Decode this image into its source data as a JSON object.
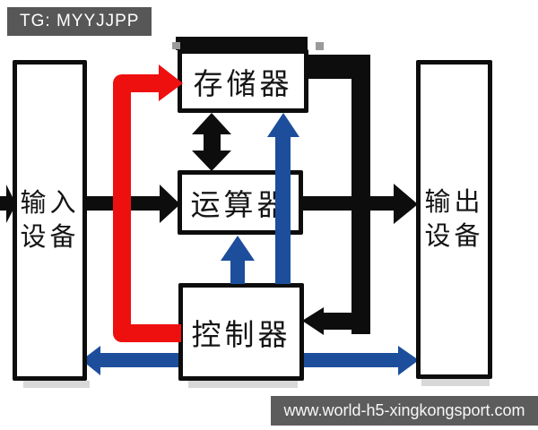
{
  "badge": {
    "text": "TG: MYYJJPP"
  },
  "watermark": {
    "text": "www.world-h5-xingkongsport.com"
  },
  "colors": {
    "black": "#0d0d0d",
    "red": "#ee0f0f",
    "blue": "#1d4e9c",
    "artifact_gray": "#9a9a9a",
    "shadow_gray": "#d8d8d8"
  },
  "nodes": {
    "memory": {
      "label": "存储器"
    },
    "alu": {
      "label": "运算器"
    },
    "controller": {
      "label": "控制器"
    },
    "input": {
      "line1": "输入",
      "line2": "设备"
    },
    "output": {
      "line1": "输出",
      "line2": "设备"
    }
  },
  "edges": [
    {
      "id": "external-to-input",
      "color": "black",
      "from": "outside-left",
      "to": "input-device",
      "bidirectional": false
    },
    {
      "id": "input-to-alu",
      "color": "black",
      "from": "input-device",
      "to": "alu",
      "bidirectional": false
    },
    {
      "id": "alu-to-output",
      "color": "black",
      "from": "alu",
      "to": "output-device",
      "bidirectional": false
    },
    {
      "id": "memory-alu-exchange",
      "color": "black",
      "from": "memory",
      "to": "alu",
      "bidirectional": true
    },
    {
      "id": "memory-to-controller",
      "color": "black",
      "from": "memory",
      "to": "controller",
      "bidirectional": false
    },
    {
      "id": "controller-to-memory-red",
      "color": "red",
      "from": "controller",
      "to": "memory",
      "bidirectional": false
    },
    {
      "id": "controller-to-alu-blue",
      "color": "blue",
      "from": "controller",
      "to": "alu",
      "bidirectional": false
    },
    {
      "id": "controller-to-memory-blue",
      "color": "blue",
      "from": "controller",
      "to": "memory",
      "bidirectional": false
    },
    {
      "id": "input-output-bottom-bus",
      "color": "blue",
      "from": "input-device",
      "to": "output-device",
      "bidirectional": true
    }
  ]
}
